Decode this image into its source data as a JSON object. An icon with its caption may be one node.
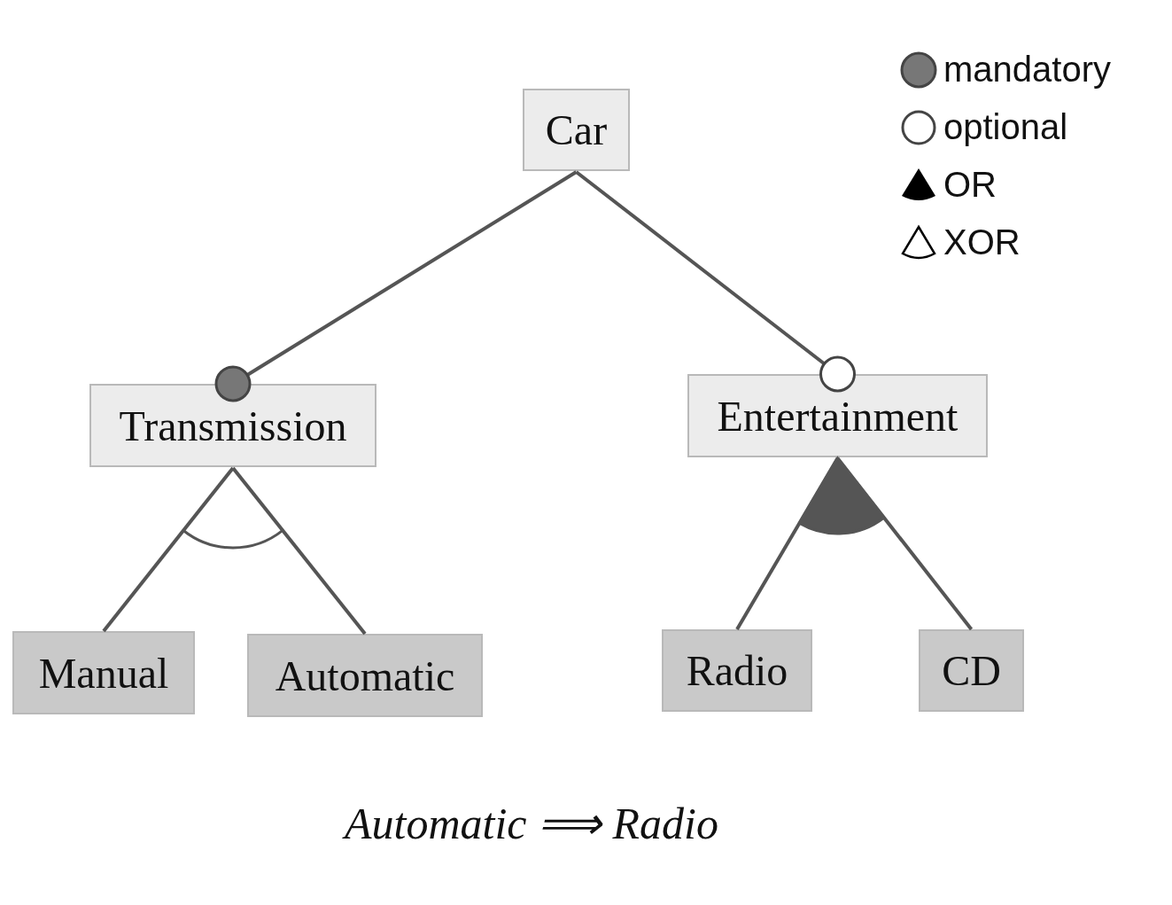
{
  "diagram": {
    "nodes": [
      {
        "text": [
          "Car"
        ]
      },
      {
        "text": [
          "Transmission"
        ]
      },
      {
        "text": [
          "Entertainment"
        ]
      },
      {
        "text": [
          "Manual"
        ]
      },
      {
        "text": [
          "Automatic"
        ]
      },
      {
        "text": [
          "Radio"
        ]
      },
      {
        "text": [
          "CD"
        ]
      }
    ],
    "edges": [
      {
        "from": 0,
        "to": 1,
        "arrow": "other"
      },
      {
        "from": 0,
        "to": 2,
        "arrow": "other"
      },
      {
        "from": 1,
        "to": 3,
        "arrow": "none"
      },
      {
        "from": 1,
        "to": 4,
        "arrow": "none"
      },
      {
        "from": 2,
        "to": 5,
        "arrow": "none"
      },
      {
        "from": 2,
        "to": 6,
        "arrow": "none"
      }
    ],
    "labels": [
      "Automatic ⟹ Radio"
    ],
    "legend": [
      {
        "text": "mandatory"
      },
      {
        "text": "optional"
      },
      {
        "text": "OR"
      },
      {
        "text": "XOR"
      }
    ]
  }
}
